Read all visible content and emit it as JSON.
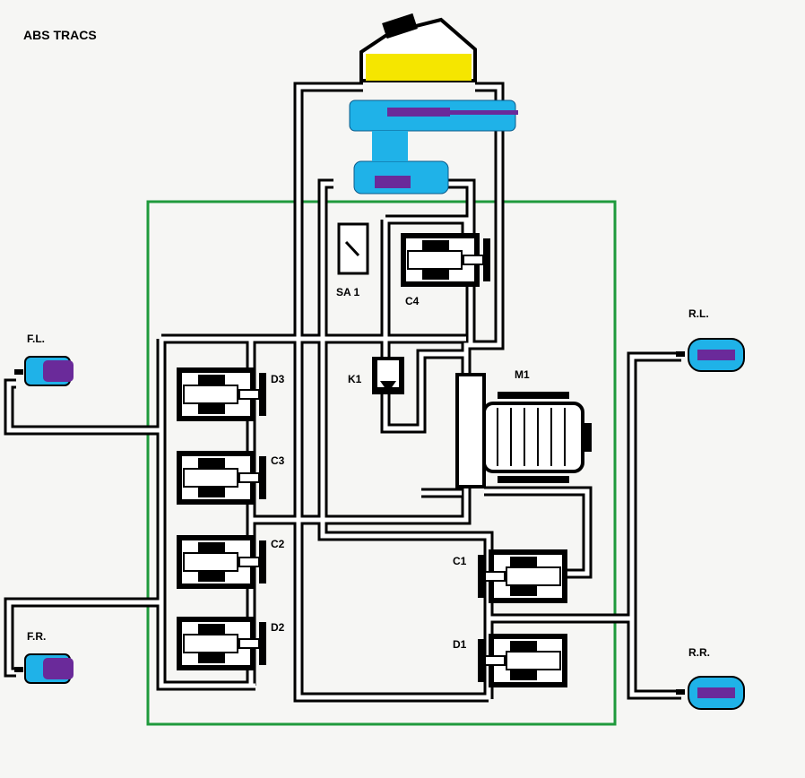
{
  "title": "ABS TRACS",
  "colors": {
    "frame": "#1f9a3c",
    "fluid": "#f5e600",
    "chamber": "#1fb2e8",
    "piston": "#6a2a9a"
  },
  "wheels": {
    "fl": "F.L.",
    "fr": "F.R.",
    "rl": "R.L.",
    "rr": "R.R."
  },
  "valves": {
    "d3": "D3",
    "c3": "C3",
    "c2": "C2",
    "d2": "D2",
    "c4": "C4",
    "c1": "C1",
    "d1": "D1",
    "k1": "K1",
    "sa1": "SA 1"
  },
  "motor": "M1"
}
